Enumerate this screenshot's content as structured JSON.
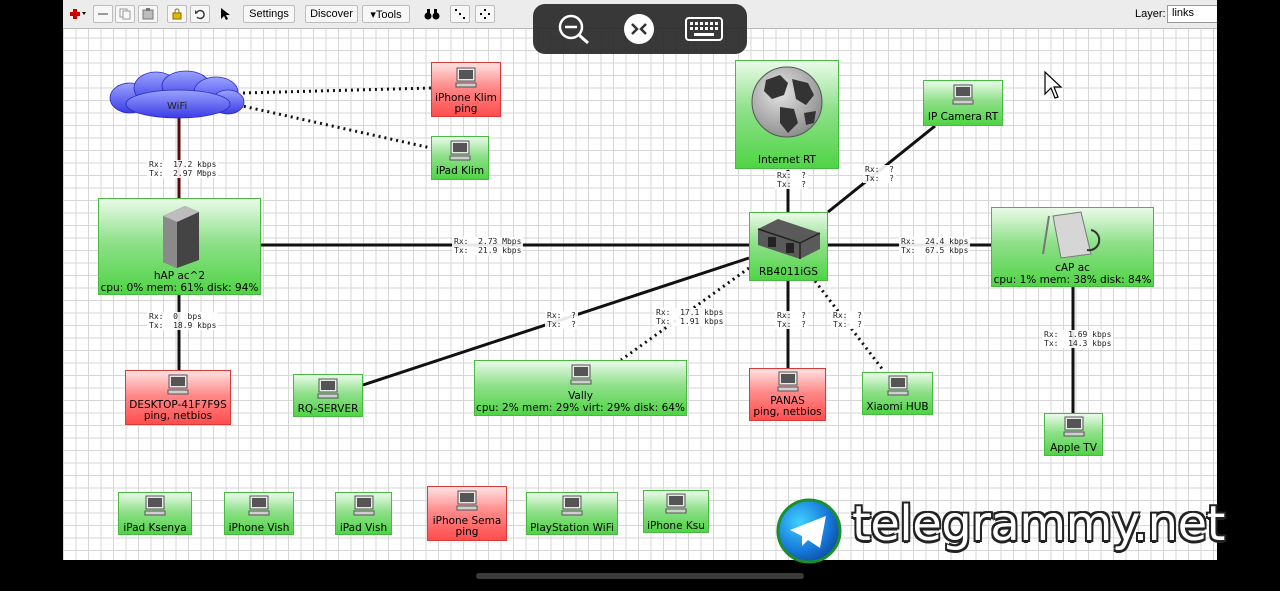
{
  "toolbar": {
    "settings_label": "Settings",
    "discover_label": "Discover",
    "tools_label": "▾Tools",
    "layer_label": "Layer:",
    "layer_value": "links"
  },
  "wifi_label": "WiFi",
  "nodes": {
    "iphone_klim": {
      "name": "iPhone Klim",
      "sub": "ping",
      "color": "red"
    },
    "ipad_klim": {
      "name": "iPad Klim"
    },
    "internet_rt": {
      "name": "Internet RT"
    },
    "ip_camera_rt": {
      "name": "IP Camera RT"
    },
    "hap": {
      "name": "hAP ac^2",
      "stats": "cpu: 0% mem: 61% disk: 94%"
    },
    "rb4011": {
      "name": "RB4011iGS"
    },
    "cap": {
      "name": "cAP ac",
      "stats": "cpu: 1% mem: 38% disk: 84%"
    },
    "desktop": {
      "name": "DESKTOP-41F7F9S",
      "sub": "ping, netbios",
      "color": "red"
    },
    "rq_server": {
      "name": "RQ-SERVER"
    },
    "vally": {
      "name": "Vally",
      "stats": "cpu: 2% mem: 29% virt: 29% disk: 64%"
    },
    "panas": {
      "name": "PANAS",
      "sub": "ping, netbios",
      "color": "red"
    },
    "xiaomi": {
      "name": "Xiaomi HUB"
    },
    "apple_tv": {
      "name": "Apple TV"
    },
    "ipad_ksenya": {
      "name": "iPad Ksenya"
    },
    "iphone_vish": {
      "name": "iPhone Vish"
    },
    "ipad_vish": {
      "name": "iPad Vish"
    },
    "iphone_sema": {
      "name": "iPhone Sema",
      "sub": "ping",
      "color": "red"
    },
    "playstation": {
      "name": "PlayStation WiFi"
    },
    "iphone_ksu": {
      "name": "iPhone Ksu"
    }
  },
  "links": {
    "wifi_hap": {
      "rx": "Rx:  17.2 kbps",
      "tx": "Tx:  2.97 Mbps"
    },
    "hap_rb": {
      "rx": "Rx:  2.73 Mbps",
      "tx": "Tx:  21.9 kbps"
    },
    "rb_internet": {
      "rx": "Rx:  ?",
      "tx": "Tx:  ?"
    },
    "rb_camera": {
      "rx": "Rx:  ?",
      "tx": "Tx:  ?"
    },
    "rb_cap": {
      "rx": "Rx:  24.4 kbps",
      "tx": "Tx:  67.5 kbps"
    },
    "hap_desktop": {
      "rx": "Rx:  0  bps",
      "tx": "Tx:  18.9 kbps"
    },
    "rb_rq": {
      "rx": "Rx:  ?",
      "tx": "Tx:  ?"
    },
    "rb_vally": {
      "rx": "Rx:  17.1 kbps",
      "tx": "Tx:  1.91 kbps"
    },
    "rb_panas": {
      "rx": "Rx:  ?",
      "tx": "Tx:  ?"
    },
    "rb_xiaomi": {
      "rx": "Rx:  ?",
      "tx": "Tx:  ?"
    },
    "cap_appletv": {
      "rx": "Rx:  1.69 kbps",
      "tx": "Tx:  14.3 kbps"
    }
  },
  "watermark": "telegrammy.net",
  "icons": [
    "add-icon",
    "remove-icon",
    "copy-icon",
    "paste-icon",
    "lock-icon",
    "undo-icon",
    "pointer-icon",
    "binoculars-icon",
    "fit-icon",
    "center-icon",
    "zoom-out-icon",
    "remote-desktop-icon",
    "keyboard-icon",
    "mouse-cursor-icon",
    "globe-icon",
    "router-icon",
    "access-point-icon",
    "computer-icon",
    "cloud-icon",
    "telegram-icon"
  ]
}
